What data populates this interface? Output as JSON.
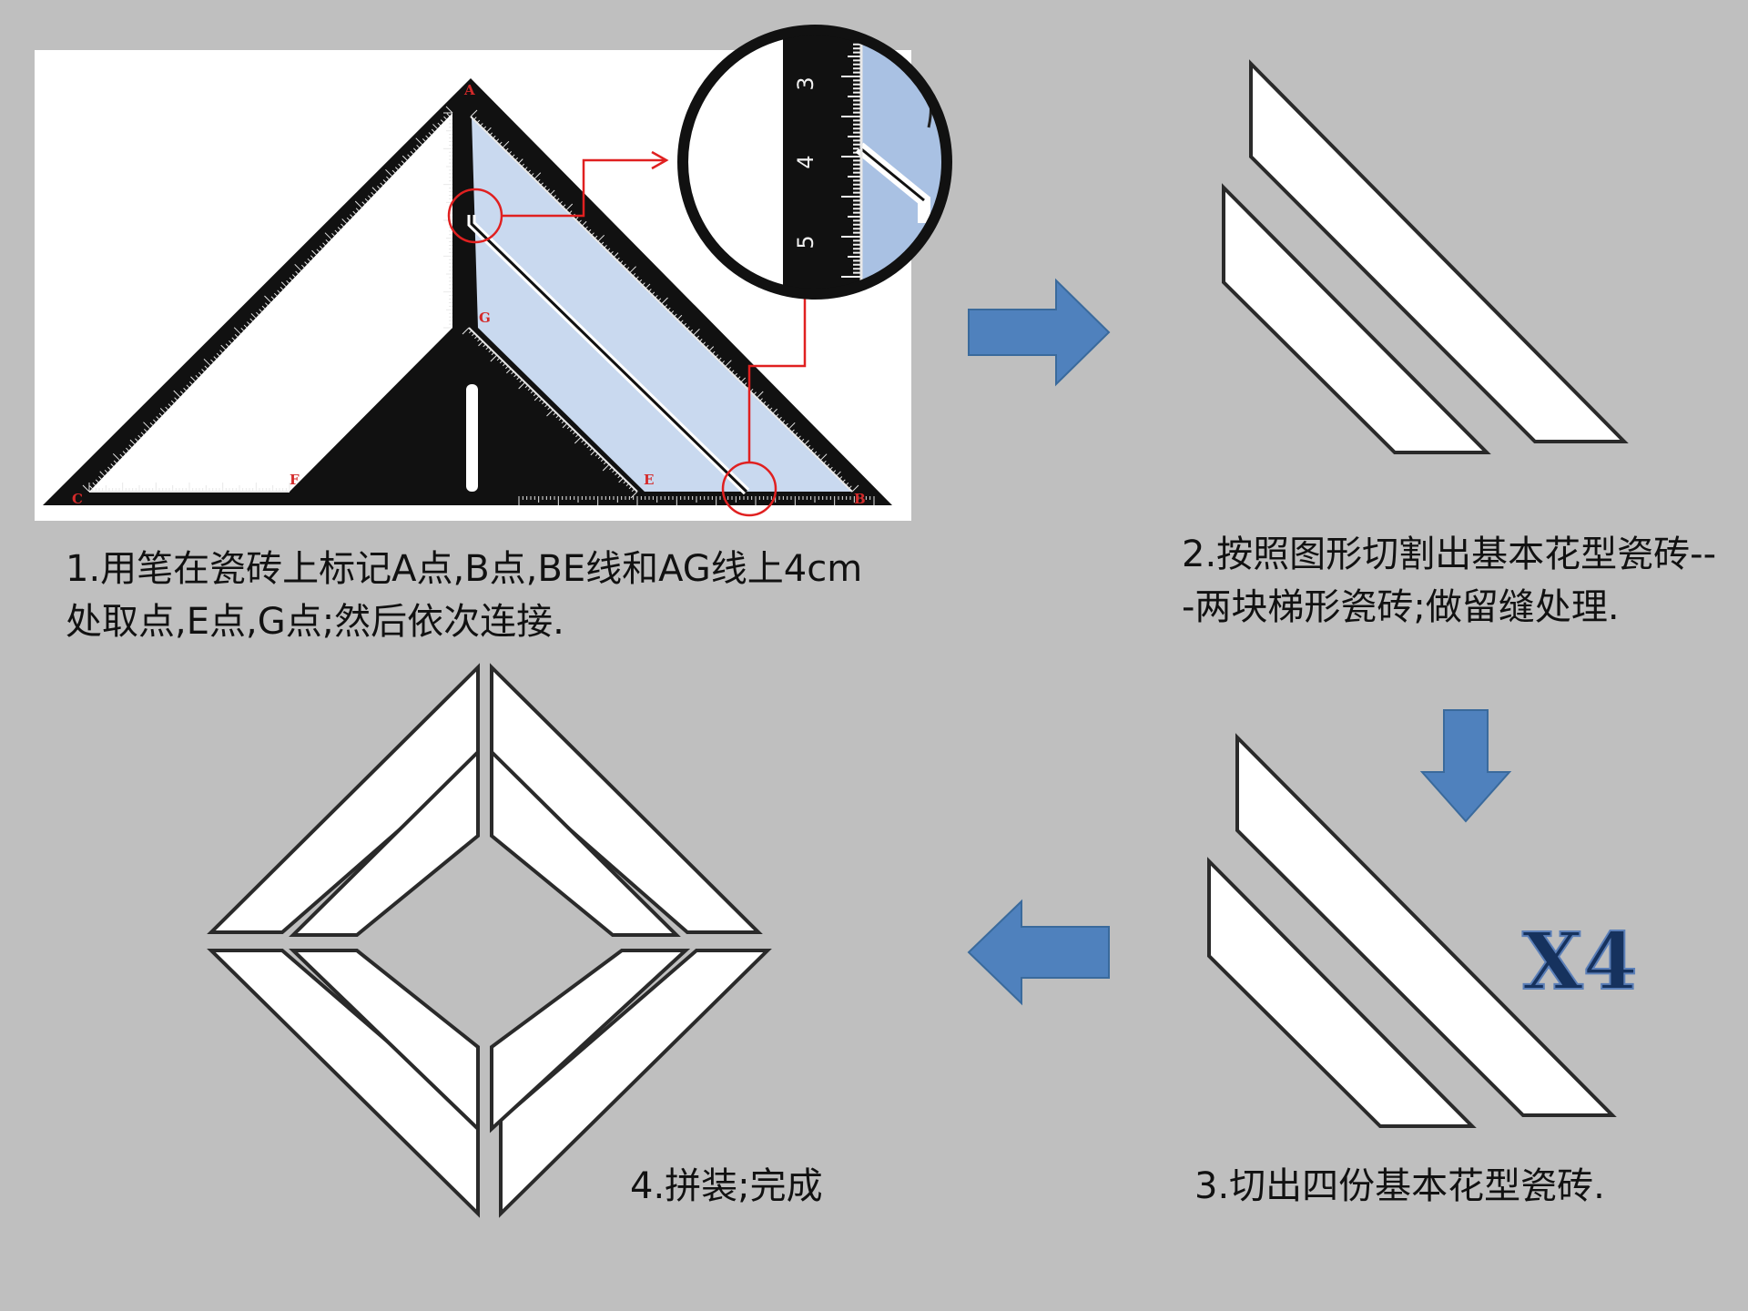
{
  "steps": [
    {
      "id": 1,
      "text": "1.用笔在瓷砖上标记A点,B点,BE线和AG线上4cm处取点,E点,G点;然后依次连接."
    },
    {
      "id": 2,
      "text": "2.按照图形切割出基本花型瓷砖---两块梯形瓷砖;做留缝处理."
    },
    {
      "id": 3,
      "text": "3.切出四份基本花型瓷砖."
    },
    {
      "id": 4,
      "text": "4.拼装;完成"
    }
  ],
  "ruler_points": {
    "A": "A",
    "B": "B",
    "C": "C",
    "E": "E",
    "F": "F",
    "G": "G"
  },
  "zoom_scale": {
    "t3": "3",
    "t4": "4",
    "t5": "5"
  },
  "multiplier": "X4",
  "colors": {
    "background": "#bfbfbf",
    "ruler": "#111111",
    "tile_fill": "#c9d9ef",
    "annotation": "#e02020",
    "arrow": "#4f81bd",
    "shape_fill": "#ffffff",
    "shape_stroke": "#2a2a2a"
  }
}
